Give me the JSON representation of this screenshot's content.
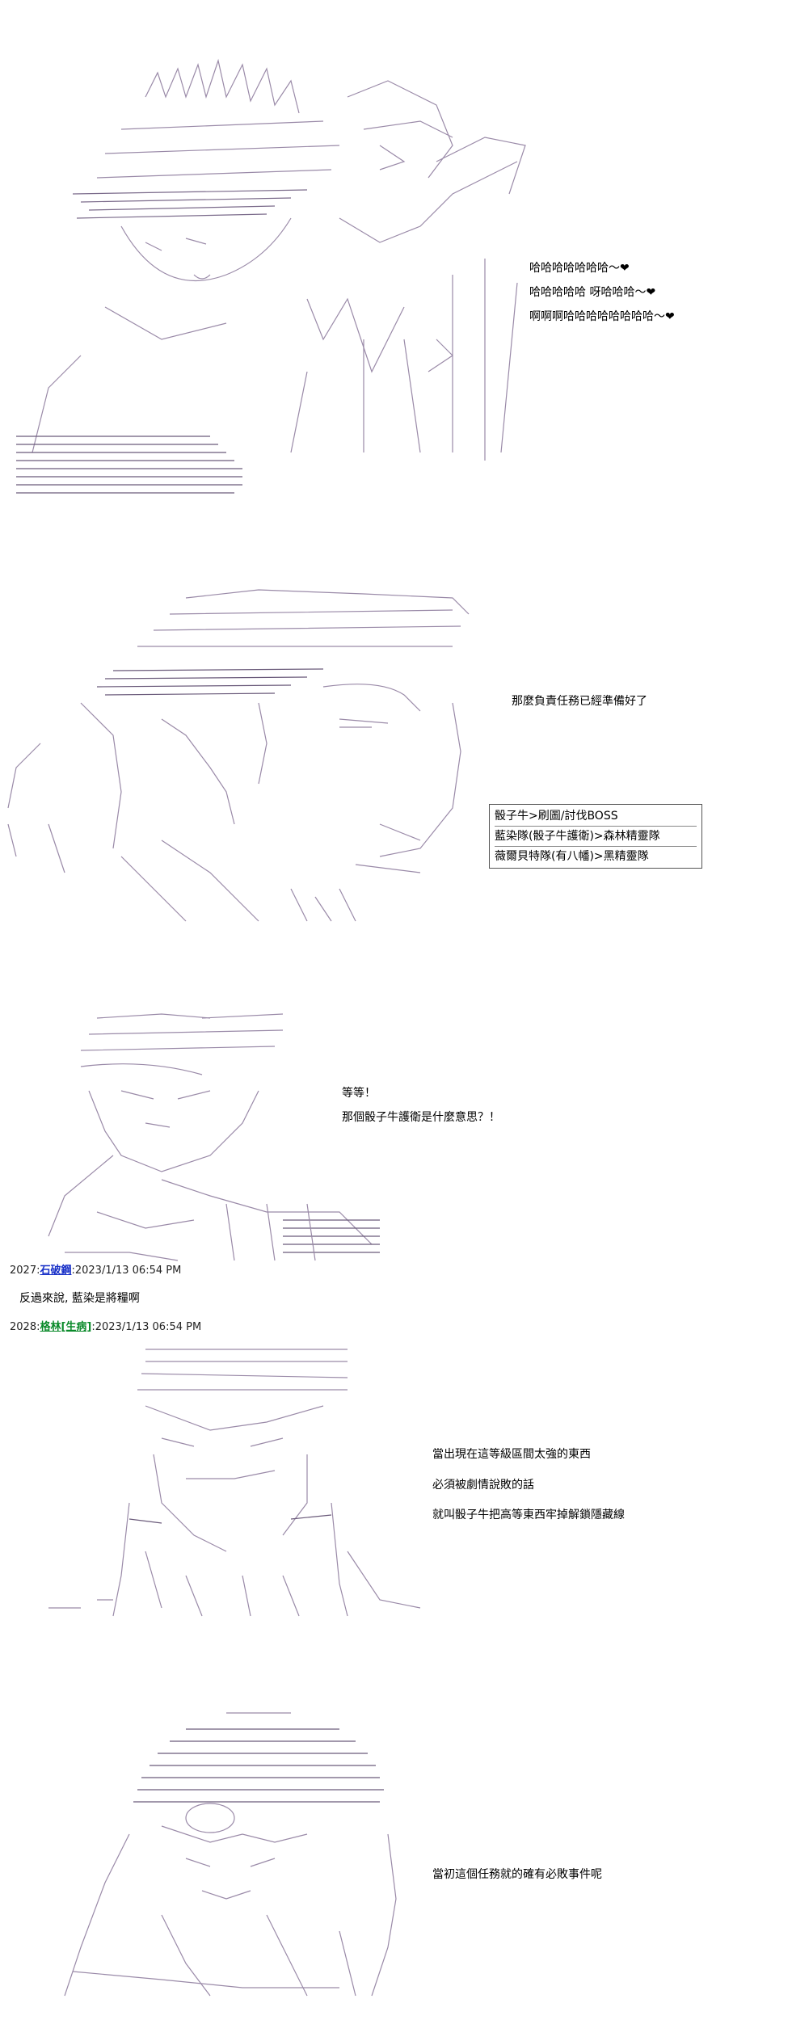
{
  "colors": {
    "art": "#9a8aa8",
    "art_dark": "#6a5a7a",
    "post_name_blue": "#1a32c8",
    "post_name_green": "#0a8a2a"
  },
  "panel1": {
    "lines": [
      "哈哈哈哈哈哈哈～❤",
      "哈哈哈哈哈  呀哈哈哈～❤",
      "啊啊啊哈哈哈哈哈哈哈哈～❤"
    ]
  },
  "panel2": {
    "line": "那麼負責任務已經準備好了",
    "table": [
      "骰子牛>刷圖/討伐BOSS",
      "藍染隊(骰子牛護衛)>森林精靈隊",
      "薇爾貝特隊(有八幡)>黑精靈隊"
    ]
  },
  "panel3": {
    "lines": [
      "等等！",
      "那個骰子牛護衛是什麼意思？！"
    ]
  },
  "posts": [
    {
      "num": "2027:",
      "name": "石破鋼",
      "time": ":2023/1/13 06:54 PM",
      "body": "反過來說, 藍染是將糧啊"
    },
    {
      "num": "2028:",
      "name": "格林[生病]",
      "time": ":2023/1/13 06:54 PM",
      "body": ""
    }
  ],
  "panel4": {
    "lines": [
      "當出現在這等級區間太強的東西",
      "必須被劇情說敗的話",
      "就叫骰子牛把高等東西牢掉解鎖隱藏線"
    ]
  },
  "panel5": {
    "line": "當初這個任務就的確有必敗事件呢"
  }
}
